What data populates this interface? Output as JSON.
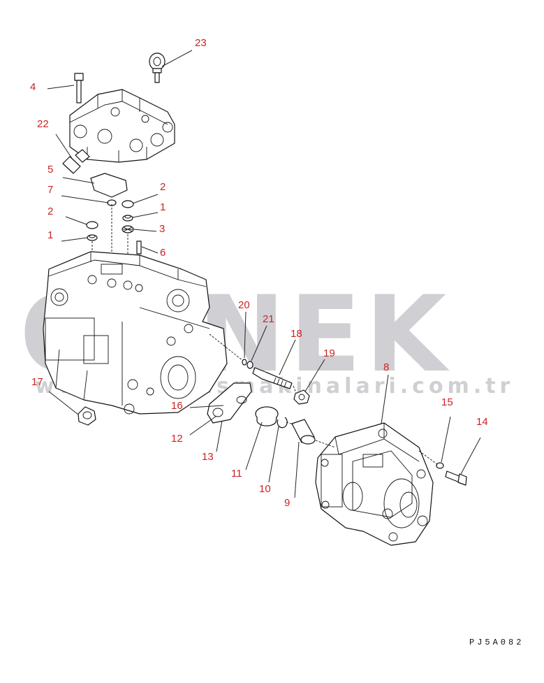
{
  "watermark": {
    "main": "ORNEK",
    "url": "www.ornekismakinalari.com.tr"
  },
  "drawing_code": "PJ5A082",
  "callouts": [
    "23",
    "4",
    "22",
    "5",
    "7",
    "2",
    "2",
    "1",
    "1",
    "3",
    "6",
    "20",
    "21",
    "18",
    "19",
    "8",
    "17",
    "16",
    "12",
    "13",
    "11",
    "10",
    "9",
    "15",
    "14"
  ],
  "accent_color": "#cc2222"
}
